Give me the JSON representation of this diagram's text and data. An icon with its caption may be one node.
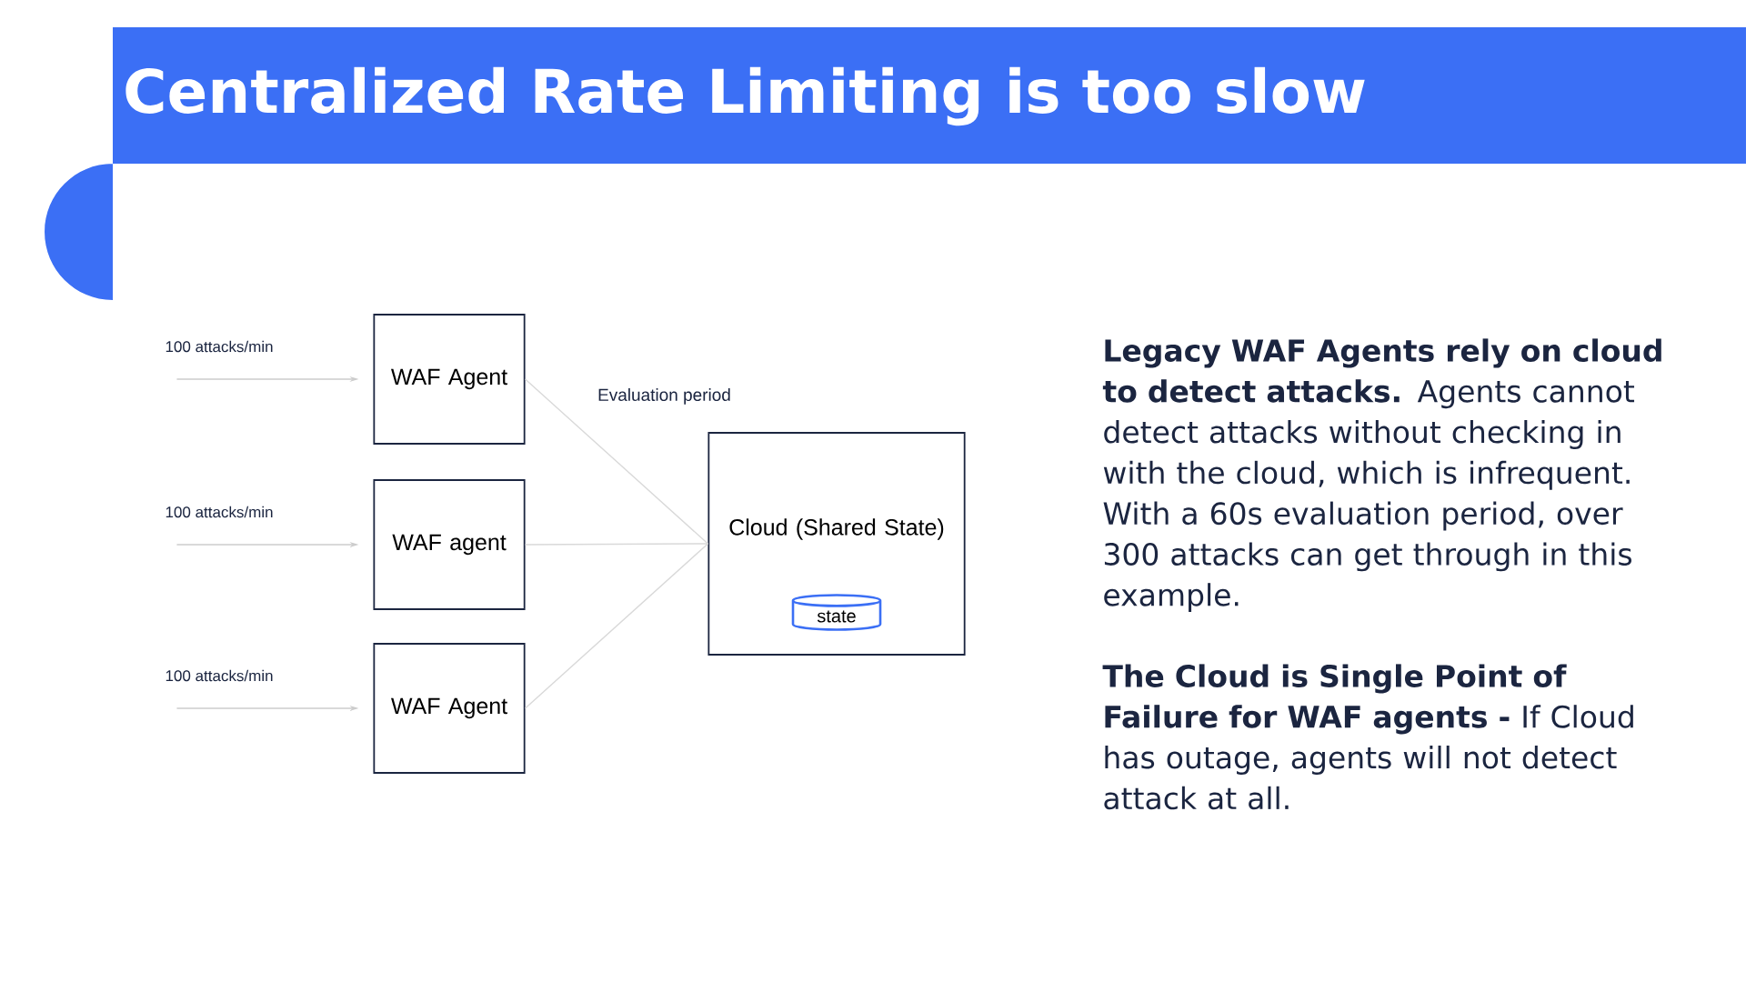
{
  "diagram": {
    "title": "Centralized Rate Limiting is too slow",
    "nodes": [
      {
        "text": [
          "WAF Agent"
        ]
      },
      {
        "text": [
          "WAF agent"
        ]
      },
      {
        "text": [
          "WAF Agent"
        ]
      },
      {
        "text": [
          "Cloud (Shared State)"
        ]
      },
      {
        "text": [
          "state"
        ],
        "in": 3
      }
    ],
    "edges": [
      {
        "from": null,
        "to": 0,
        "arrow": "to",
        "label": "100 attacks/min",
        "color": "#cccccc"
      },
      {
        "from": null,
        "to": 1,
        "arrow": "to",
        "label": "100 attacks/min",
        "color": "#cccccc"
      },
      {
        "from": null,
        "to": 2,
        "arrow": "to",
        "label": "100 attacks/min",
        "color": "#cccccc"
      },
      {
        "from": 0,
        "to": 3,
        "arrow": "none",
        "color": "#d9d9d9"
      },
      {
        "from": 1,
        "to": 3,
        "arrow": "none",
        "color": "#d9d9d9"
      },
      {
        "from": 2,
        "to": 3,
        "arrow": "none",
        "color": "#d9d9d9"
      }
    ],
    "labels": [
      "Evaluation period",
      "**Legacy WAF Agents rely on cloud to detect attacks.** Agents cannot detect attacks without checking in with the cloud, which is infrequent. With a 60s evaluation period, over 300 attacks can get through in this example.",
      "**The Cloud is Single Point of Failure for WAF agents -** If Cloud has outage, agents will not detect attack at all."
    ]
  }
}
